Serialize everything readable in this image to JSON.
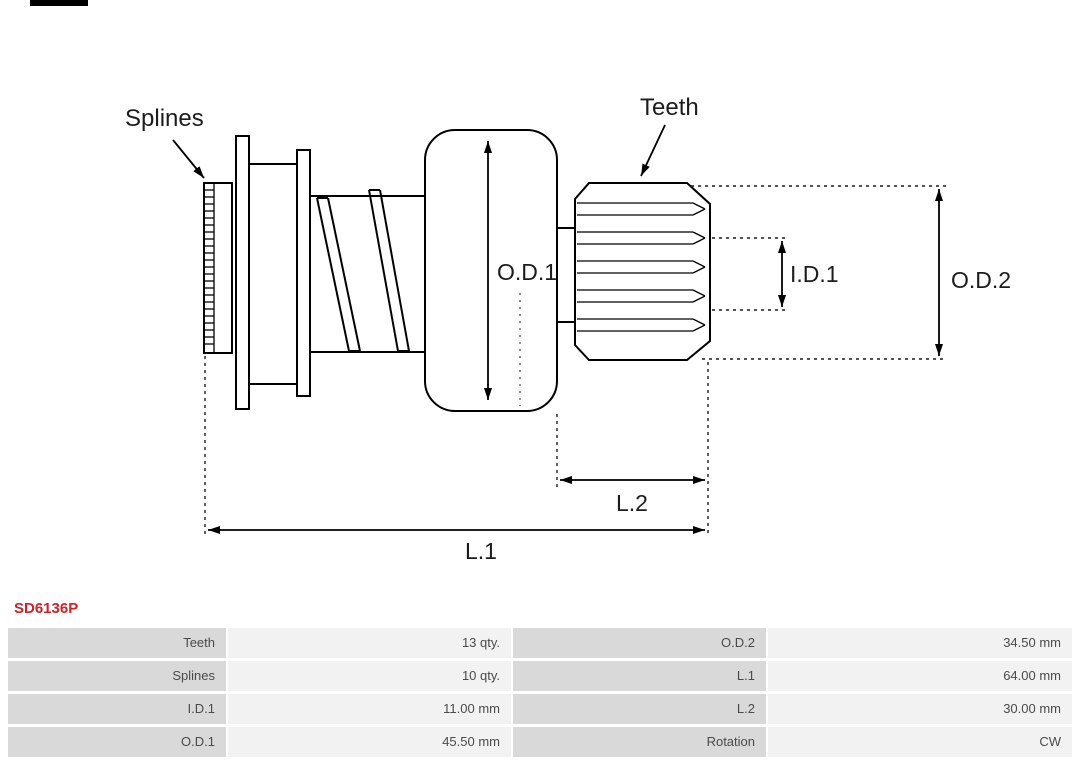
{
  "part": {
    "number": "SD6136P",
    "color": "#cc2229"
  },
  "diagram": {
    "line_color": "#000000",
    "labels": {
      "splines": "Splines",
      "teeth": "Teeth",
      "od1": "O.D.1",
      "id1": "I.D.1",
      "od2": "O.D.2",
      "l2": "L.2",
      "l1": "L.1"
    }
  },
  "table": {
    "label_bg": "#d9d9d9",
    "value_bg": "#f2f2f2",
    "rows": [
      {
        "label1": "Teeth",
        "value1": "13 qty.",
        "label2": "O.D.2",
        "value2": "34.50 mm"
      },
      {
        "label1": "Splines",
        "value1": "10 qty.",
        "label2": "L.1",
        "value2": "64.00 mm"
      },
      {
        "label1": "I.D.1",
        "value1": "11.00 mm",
        "label2": "L.2",
        "value2": "30.00 mm"
      },
      {
        "label1": "O.D.1",
        "value1": "45.50 mm",
        "label2": "Rotation",
        "value2": "CW"
      }
    ]
  }
}
